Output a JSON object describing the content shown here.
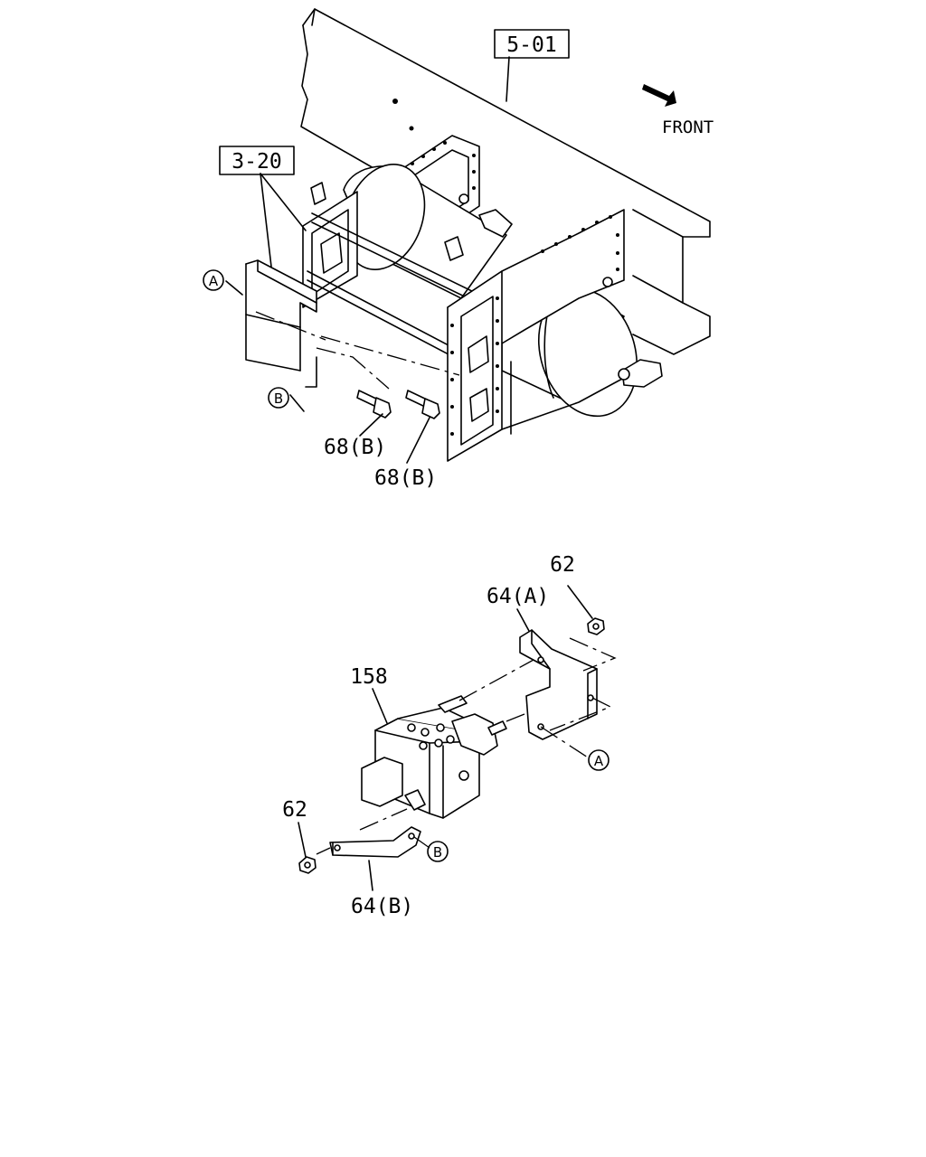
{
  "diagram": {
    "section_refs": [
      {
        "id": "ref-5-01",
        "label": "5-01"
      },
      {
        "id": "ref-3-20",
        "label": "3-20"
      }
    ],
    "direction": {
      "label": "FRONT",
      "icon": "front-arrow-icon"
    },
    "connection_markers": [
      "A",
      "B"
    ],
    "part_labels": {
      "bolt_upper": "68(B)",
      "bolt_lower": "68(B)",
      "nut_top": "62",
      "nut_left": "62",
      "bracket_a": "64(A)",
      "bracket_b": "64(B)",
      "valve_unit": "158"
    }
  }
}
